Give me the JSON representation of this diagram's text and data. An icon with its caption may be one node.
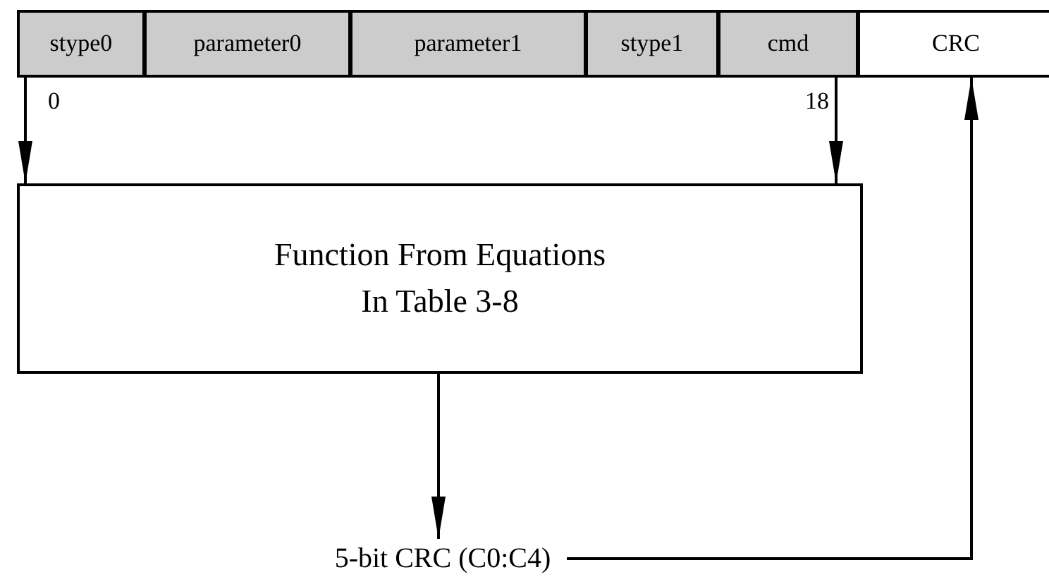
{
  "diagram": {
    "nodes": [
      {
        "text": [
          "stype0"
        ]
      },
      {
        "text": [
          "parameter0"
        ]
      },
      {
        "text": [
          "parameter1"
        ]
      },
      {
        "text": [
          "stype1"
        ]
      },
      {
        "text": [
          "cmd"
        ]
      },
      {
        "text": [
          "CRC"
        ]
      },
      {
        "text": [
          "Function From Equations In Table 3-8"
        ]
      },
      {
        "text": [
          "5-bit CRC (C0:C4)"
        ]
      }
    ],
    "edges": [
      {
        "from": 0,
        "to": 6,
        "arrow": "to"
      },
      {
        "from": 4,
        "to": 6,
        "arrow": "to"
      },
      {
        "from": 6,
        "to": 7,
        "arrow": "to"
      },
      {
        "from": 7,
        "to": 5,
        "arrow": "to"
      }
    ],
    "labels": [
      "0",
      "18"
    ]
  }
}
